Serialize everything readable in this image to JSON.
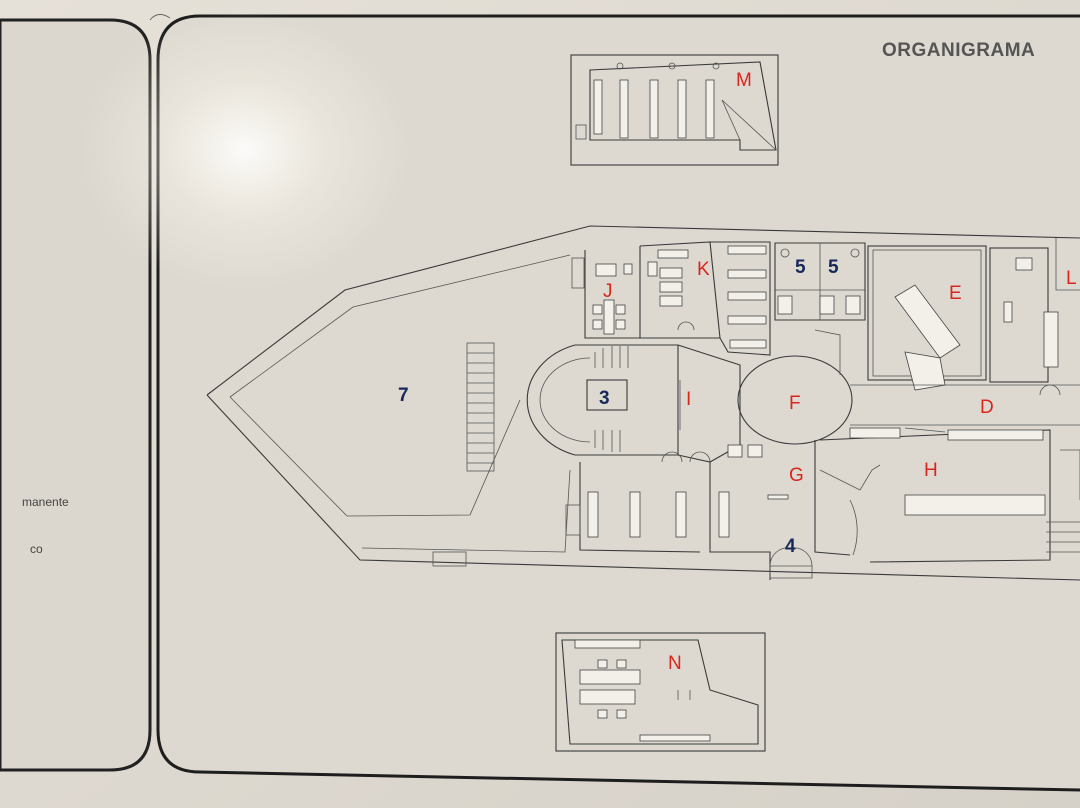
{
  "title": "ORGANIGRAMA",
  "side_fragments": [
    "manente",
    "co"
  ],
  "colors": {
    "room_letter": "#d8261c",
    "room_number": "#17285a",
    "title": "#555555"
  },
  "rooms": [
    {
      "id": "M",
      "label": "M",
      "kind": "letter"
    },
    {
      "id": "J",
      "label": "J",
      "kind": "letter"
    },
    {
      "id": "K",
      "label": "K",
      "kind": "letter"
    },
    {
      "id": "5a",
      "label": "5",
      "kind": "number"
    },
    {
      "id": "5b",
      "label": "5",
      "kind": "number"
    },
    {
      "id": "E",
      "label": "E",
      "kind": "letter"
    },
    {
      "id": "L",
      "label": "L",
      "kind": "letter"
    },
    {
      "id": "7",
      "label": "7",
      "kind": "number"
    },
    {
      "id": "3",
      "label": "3",
      "kind": "number"
    },
    {
      "id": "I",
      "label": "I",
      "kind": "letter"
    },
    {
      "id": "F",
      "label": "F",
      "kind": "letter"
    },
    {
      "id": "D",
      "label": "D",
      "kind": "letter"
    },
    {
      "id": "G",
      "label": "G",
      "kind": "letter"
    },
    {
      "id": "H",
      "label": "H",
      "kind": "letter"
    },
    {
      "id": "4",
      "label": "4",
      "kind": "number"
    },
    {
      "id": "N",
      "label": "N",
      "kind": "letter"
    }
  ]
}
